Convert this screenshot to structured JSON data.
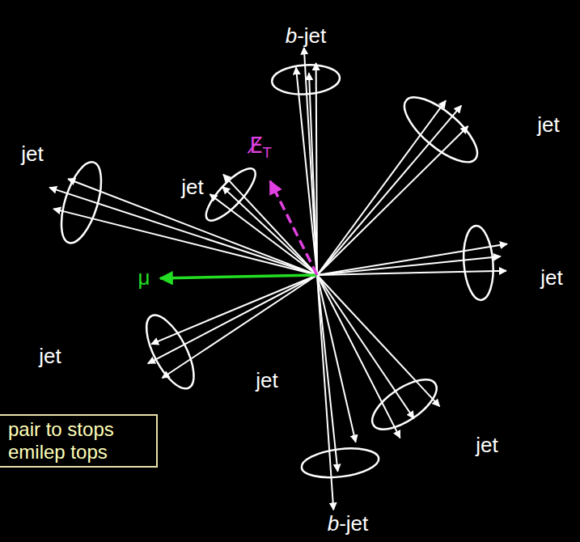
{
  "diagram": {
    "nodes": [
      {
        "text": [
          "pair to stops emilep tops"
        ]
      }
    ],
    "labels": [
      "b-jet",
      "jet",
      "jet",
      "E̸T",
      "jet",
      "jet",
      "jet",
      "μ",
      "jet",
      "jet",
      "b-jet"
    ]
  }
}
